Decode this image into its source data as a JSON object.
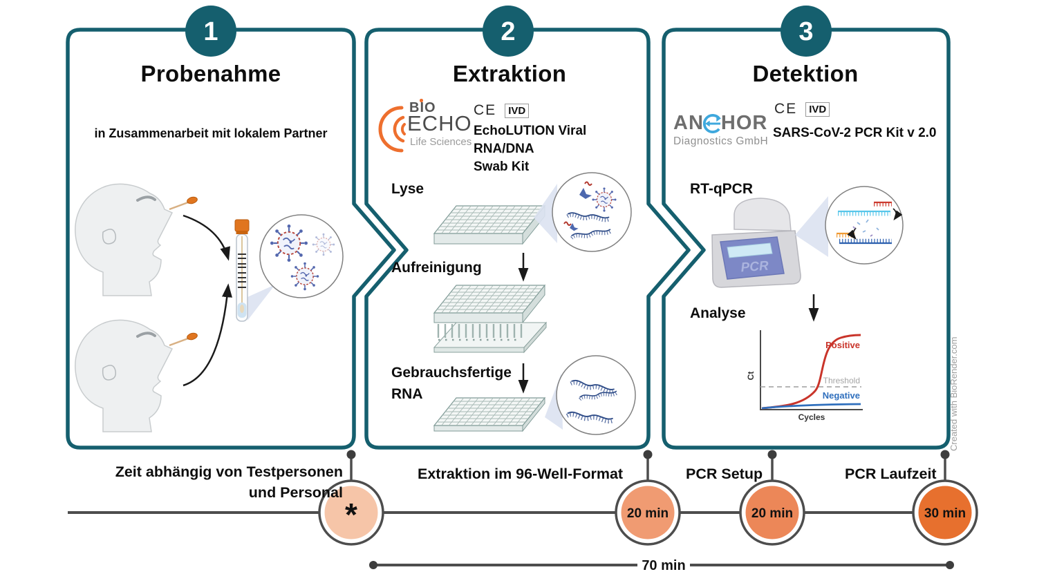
{
  "colors": {
    "accent_teal": "#155f6e",
    "timeline_gray": "#4d4d4d",
    "logo_orange": "#ee6f2e",
    "anchor_blue": "#3fa8dd",
    "positive_red": "#c9342a",
    "negative_blue": "#2f6fbd",
    "threshold_gray": "#a5a5a5"
  },
  "steps": [
    {
      "number": "1",
      "title": "Probenahme",
      "subtitle": "in Zusammenarbeit mit lokalem Partner"
    },
    {
      "number": "2",
      "title": "Extraktion",
      "vendor_logo": {
        "line1": "BIO",
        "line2": "ECHO",
        "line3": "Life Sciences"
      },
      "ce_mark": "CE",
      "ivd_mark": "IVD",
      "kit_name_line1": "EchoLUTION Viral RNA/DNA",
      "kit_name_line2": "Swab Kit",
      "substeps": {
        "step1": "Lyse",
        "step2": "Aufreinigung",
        "step3_line1": "Gebrauchsfertige",
        "step3_line2": "RNA"
      }
    },
    {
      "number": "3",
      "title": "Detektion",
      "vendor_logo": {
        "name_prefix": "AN",
        "name_suffix": "HOR",
        "line2": "Diagnostics GmbH"
      },
      "ce_mark": "CE",
      "ivd_mark": "IVD",
      "kit_name": "SARS-CoV-2 PCR Kit v 2.0",
      "substeps": {
        "step1": "RT-qPCR",
        "step2": "Analyse"
      },
      "machine_label": "PCR"
    }
  ],
  "chart_data": {
    "type": "line",
    "title": "",
    "xlabel": "Cycles",
    "ylabel": "Ct",
    "grid": false,
    "legend_position": "inline",
    "series": [
      {
        "name": "Positive",
        "color": "#c9342a",
        "x": [
          0,
          5,
          10,
          15,
          20,
          25,
          30,
          35,
          40
        ],
        "y": [
          0.03,
          0.04,
          0.07,
          0.15,
          0.45,
          0.78,
          0.92,
          0.96,
          0.97
        ]
      },
      {
        "name": "Negative",
        "color": "#2f6fbd",
        "x": [
          0,
          40
        ],
        "y": [
          0.03,
          0.06
        ]
      }
    ],
    "annotations": [
      {
        "type": "dashed-hline",
        "label": "Threshold",
        "y": 0.3
      }
    ]
  },
  "timeline": {
    "markers": [
      {
        "label_lines": [
          "Zeit abhängig von Testpersonen",
          "und Personal"
        ],
        "duration": "*",
        "color": "#f6c5a8"
      },
      {
        "label_lines": [
          "Extraktion im 96-Well-Format"
        ],
        "duration": "20 min",
        "color": "#f09b72"
      },
      {
        "label_lines": [
          "PCR Setup"
        ],
        "duration": "20 min",
        "color": "#ec8758"
      },
      {
        "label_lines": [
          "PCR Laufzeit"
        ],
        "duration": "30 min",
        "color": "#e7702e"
      }
    ],
    "total_duration": "70 min"
  },
  "watermark": "Created with BioRender.com"
}
